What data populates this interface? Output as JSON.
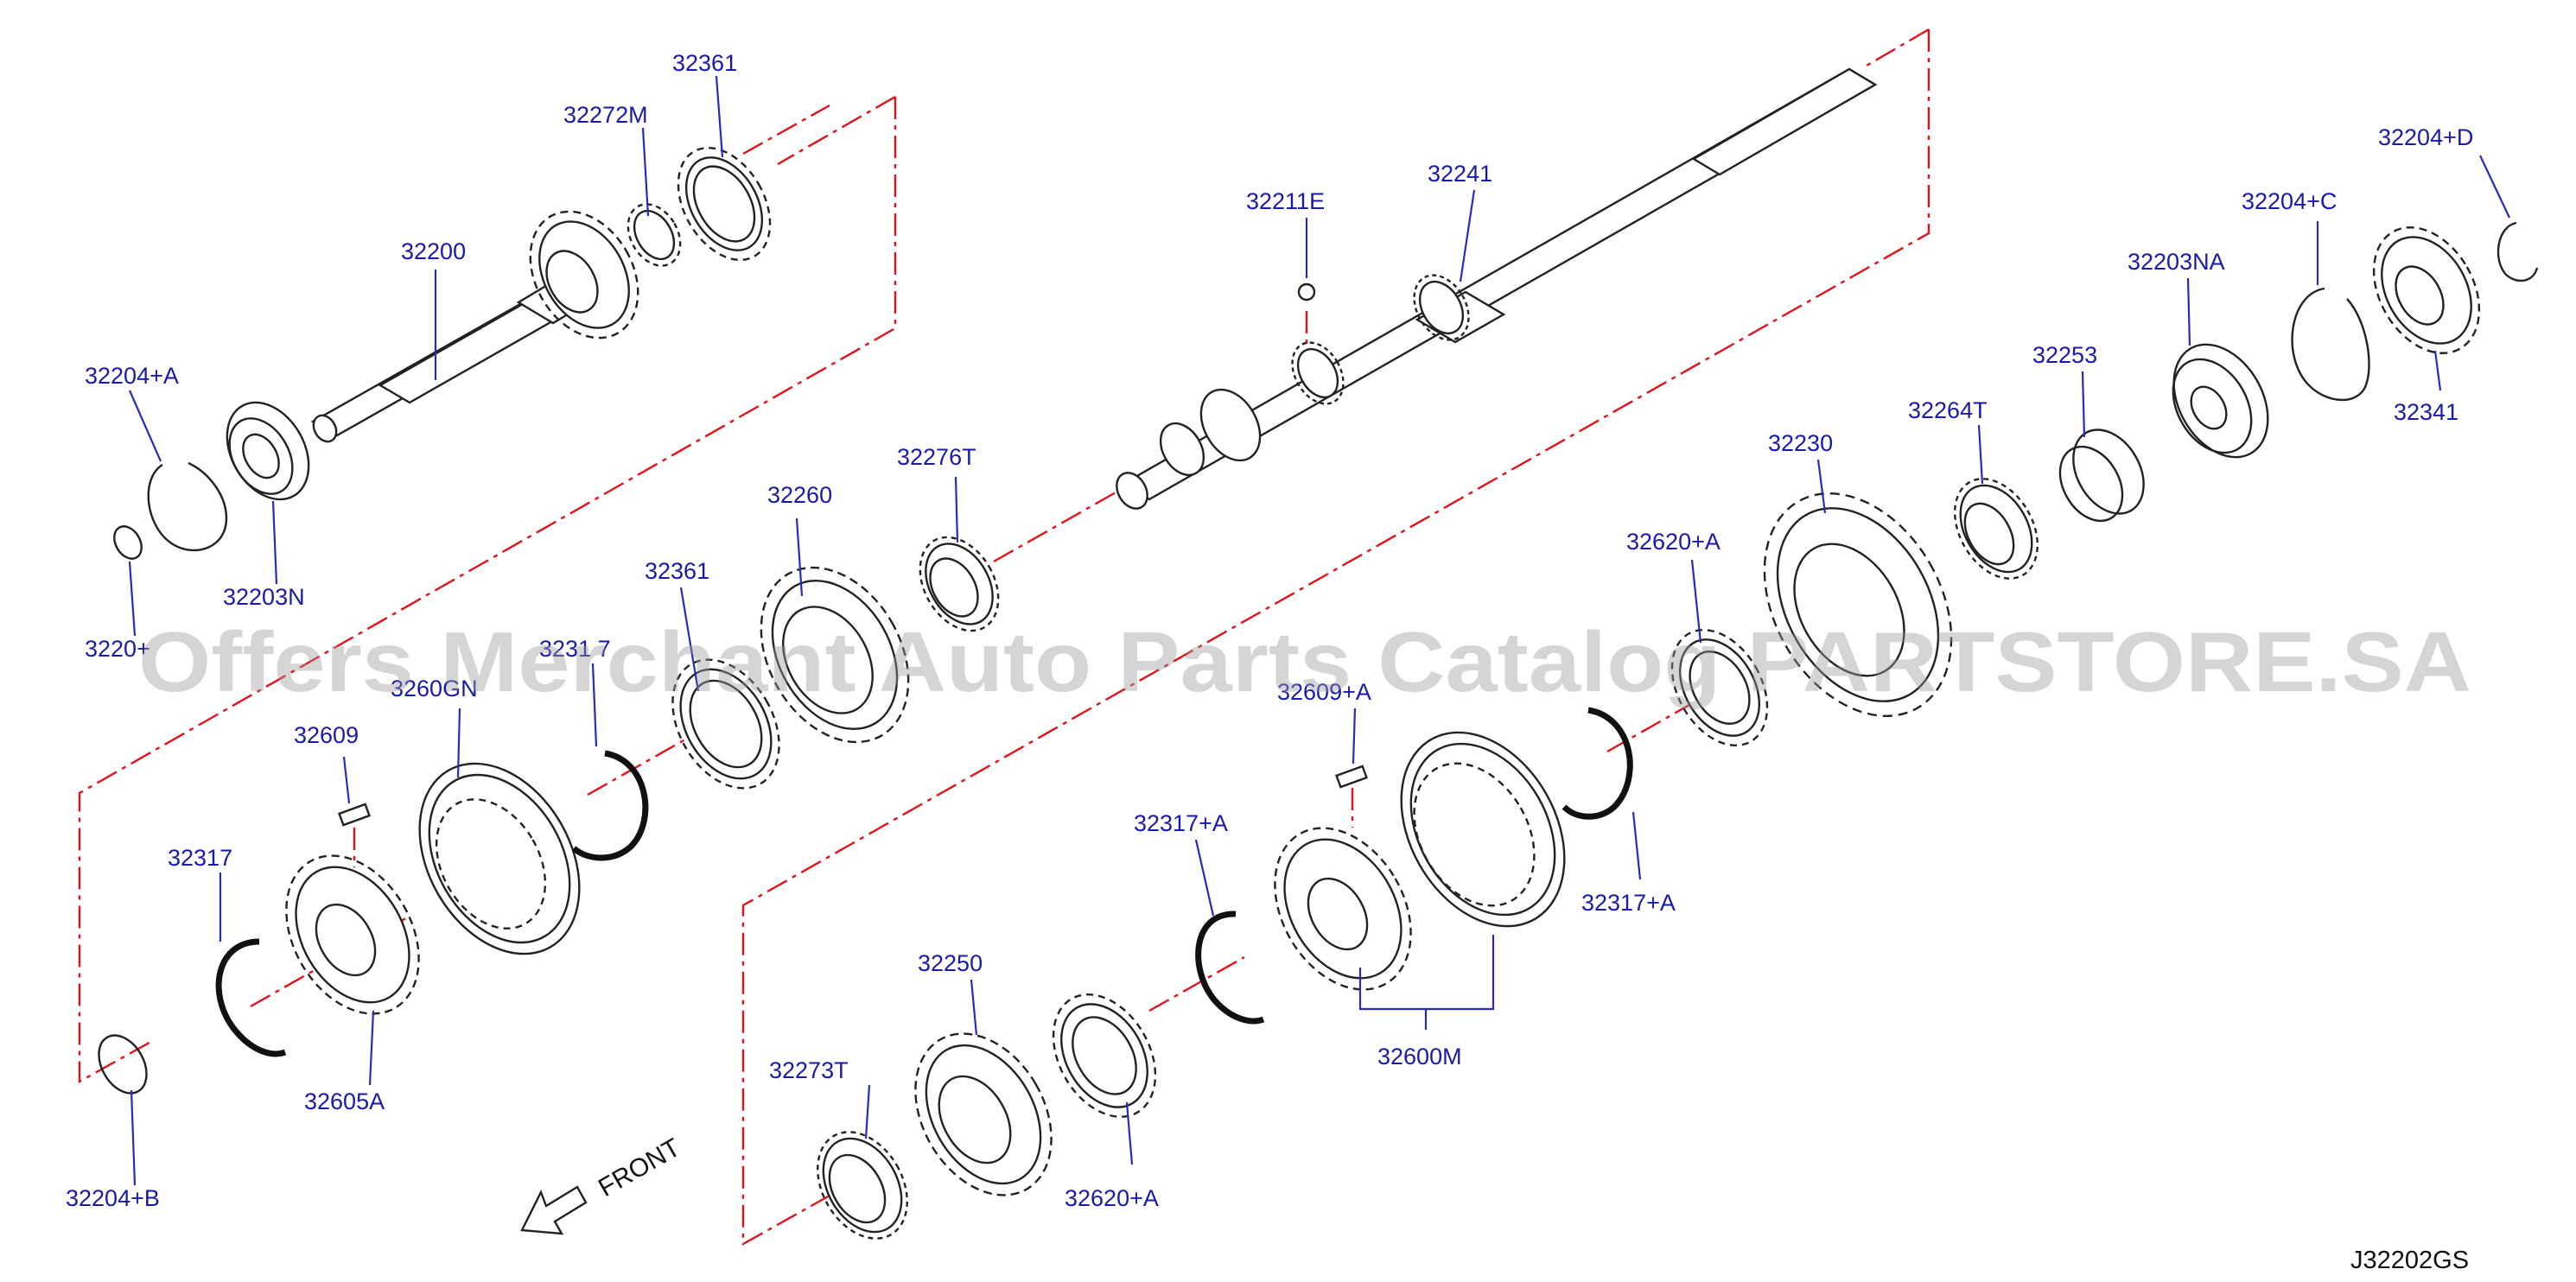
{
  "diagram": {
    "code": "J32202GS",
    "front_label": "FRONT",
    "watermark": "Offers Merchant Auto Parts Catalog PARTSTORE.SA"
  },
  "labels": {
    "p32361_top": "32361",
    "p32272M": "32272M",
    "p32200": "32200",
    "p32204A": "32204+A",
    "p32203N": "32203N",
    "p32204_left": "3220+",
    "p32260": "32260",
    "p32276T": "32276T",
    "p32361_mid": "32361",
    "p32608N": "3260GN",
    "p32317_mid": "3231 7",
    "p32609": "32609",
    "p32317": "32317",
    "p32605A": "32605A",
    "p32204B": "32204+B",
    "p32211E": "32211E",
    "p32241": "32241",
    "p32204D": "32204+D",
    "p32204C": "32204+C",
    "p32203NA": "32203NA",
    "p32341": "32341",
    "p32253": "32253",
    "p32264T": "32264T",
    "p32230": "32230",
    "p32620A_right": "32620+A",
    "p32609A": "32609+A",
    "p32317A_right": "32317+A",
    "p32317A_mid": "32317+A",
    "p32600M": "32600M",
    "p32250": "32250",
    "p32273T": "32273T",
    "p32620A_bottom": "32620+A"
  }
}
